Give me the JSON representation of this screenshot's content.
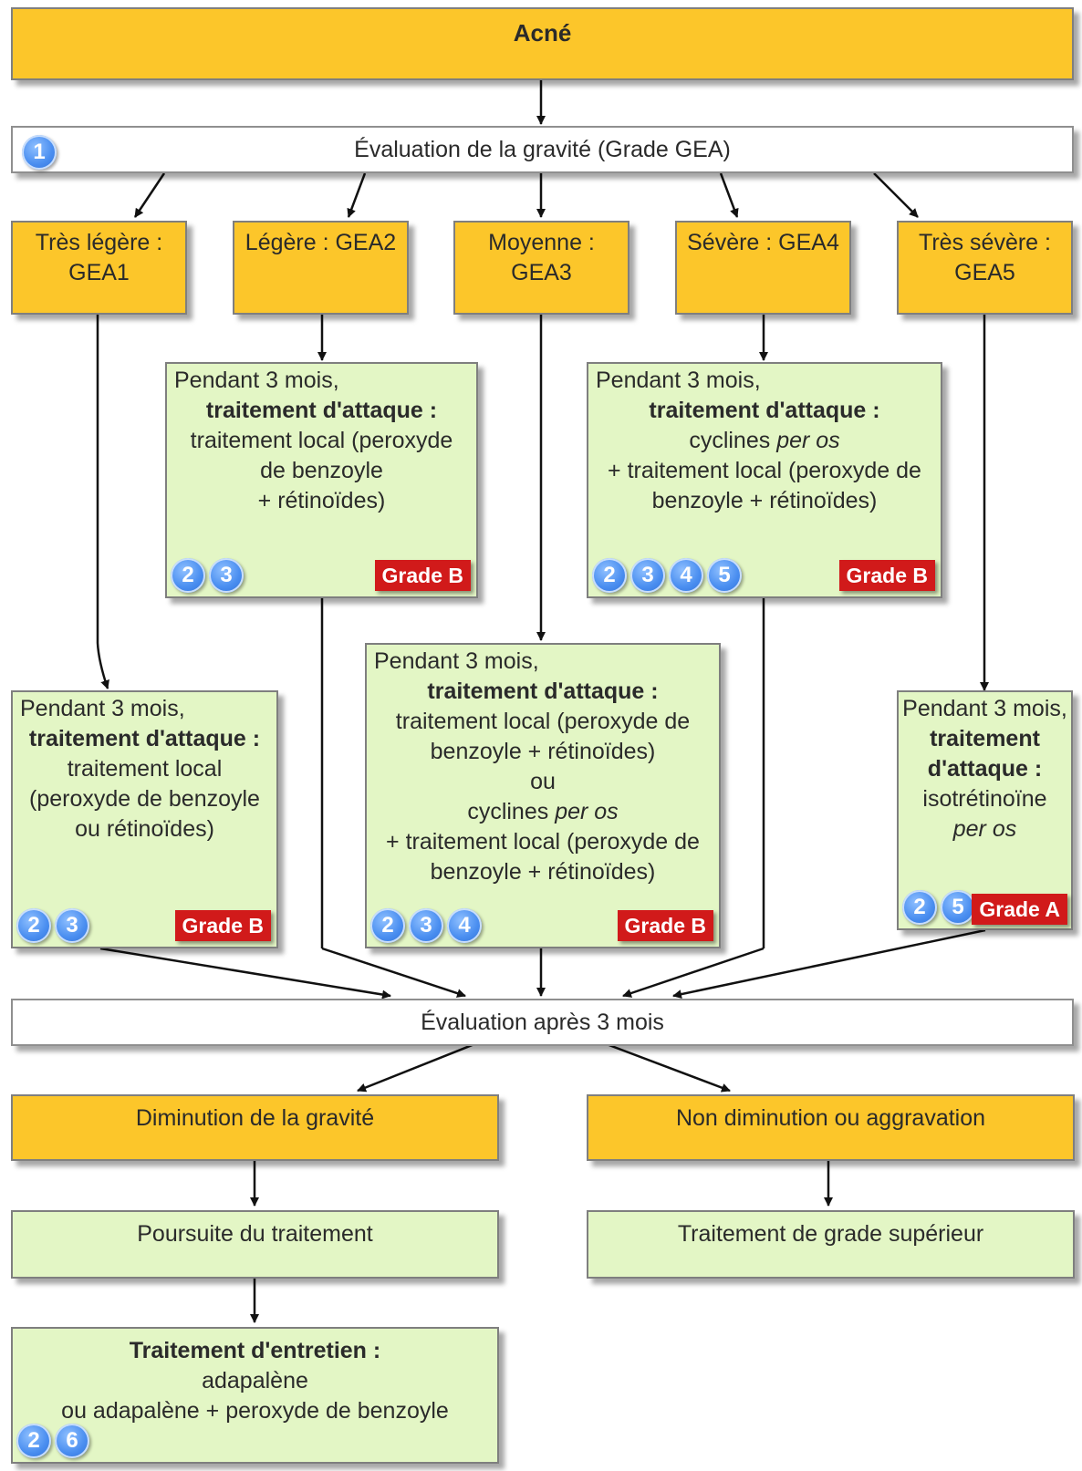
{
  "colors": {
    "orange": "#fcc62a",
    "green": "#e3f6c5",
    "badge_blue": "#4a8ef0",
    "grade_red": "#d11a1a"
  },
  "root": {
    "title": "Acné"
  },
  "evaluation": {
    "badge": "1",
    "label": "Évaluation de la gravité (Grade GEA)"
  },
  "severities": [
    {
      "line1": "Très légère :",
      "line2": "GEA1"
    },
    {
      "line1": "Légère : GEA2",
      "line2": ""
    },
    {
      "line1": "Moyenne :",
      "line2": "GEA3"
    },
    {
      "line1": "Sévère : GEA4",
      "line2": ""
    },
    {
      "line1": "Très sévère :",
      "line2": "GEA5"
    }
  ],
  "treat_gea2": {
    "intro": "Pendant 3 mois,",
    "heading": "traitement d'attaque :",
    "lines": [
      "traitement local (peroxyde",
      "de benzoyle",
      "+ rétinoïdes)"
    ],
    "badges": [
      "2",
      "3"
    ],
    "grade": "Grade B"
  },
  "treat_gea4": {
    "intro": "Pendant 3 mois,",
    "heading": "traitement d'attaque :",
    "line1_pre": "cyclines ",
    "line1_ital": "per os",
    "lines": [
      "+ traitement local (peroxyde de",
      "benzoyle + rétinoïdes)"
    ],
    "badges": [
      "2",
      "3",
      "4",
      "5"
    ],
    "grade": "Grade B"
  },
  "treat_gea1": {
    "intro": "Pendant 3 mois,",
    "heading": "traitement d'attaque :",
    "lines": [
      "traitement local",
      "(peroxyde de benzoyle",
      "ou rétinoïdes)"
    ],
    "badges": [
      "2",
      "3"
    ],
    "grade": "Grade B"
  },
  "treat_gea3": {
    "intro": "Pendant 3 mois,",
    "heading": "traitement d'attaque :",
    "lines": [
      "traitement local (peroxyde de",
      "benzoyle + rétinoïdes)",
      "ou"
    ],
    "line_cyc_pre": "cyclines ",
    "line_cyc_ital": "per os",
    "lines2": [
      "+ traitement local (peroxyde de",
      "benzoyle + rétinoïdes)"
    ],
    "badges": [
      "2",
      "3",
      "4"
    ],
    "grade": "Grade B"
  },
  "treat_gea5": {
    "intro": "Pendant 3 mois,",
    "heading1": "traitement",
    "heading2": "d'attaque :",
    "line1": "isotrétinoïne",
    "line2_ital": "per os",
    "badges": [
      "2",
      "5"
    ],
    "grade": "Grade A"
  },
  "eval_after": {
    "label": "Évaluation après 3 mois"
  },
  "outcome_left": {
    "label": "Diminution de la gravité"
  },
  "outcome_right": {
    "label": "Non diminution ou aggravation"
  },
  "continue": {
    "label": "Poursuite du traitement"
  },
  "higher": {
    "label": "Traitement de grade supérieur"
  },
  "maintenance": {
    "heading": "Traitement d'entretien :",
    "lines": [
      "adapalène",
      "ou adapalène + peroxyde de benzoyle"
    ],
    "badges": [
      "2",
      "6"
    ]
  }
}
